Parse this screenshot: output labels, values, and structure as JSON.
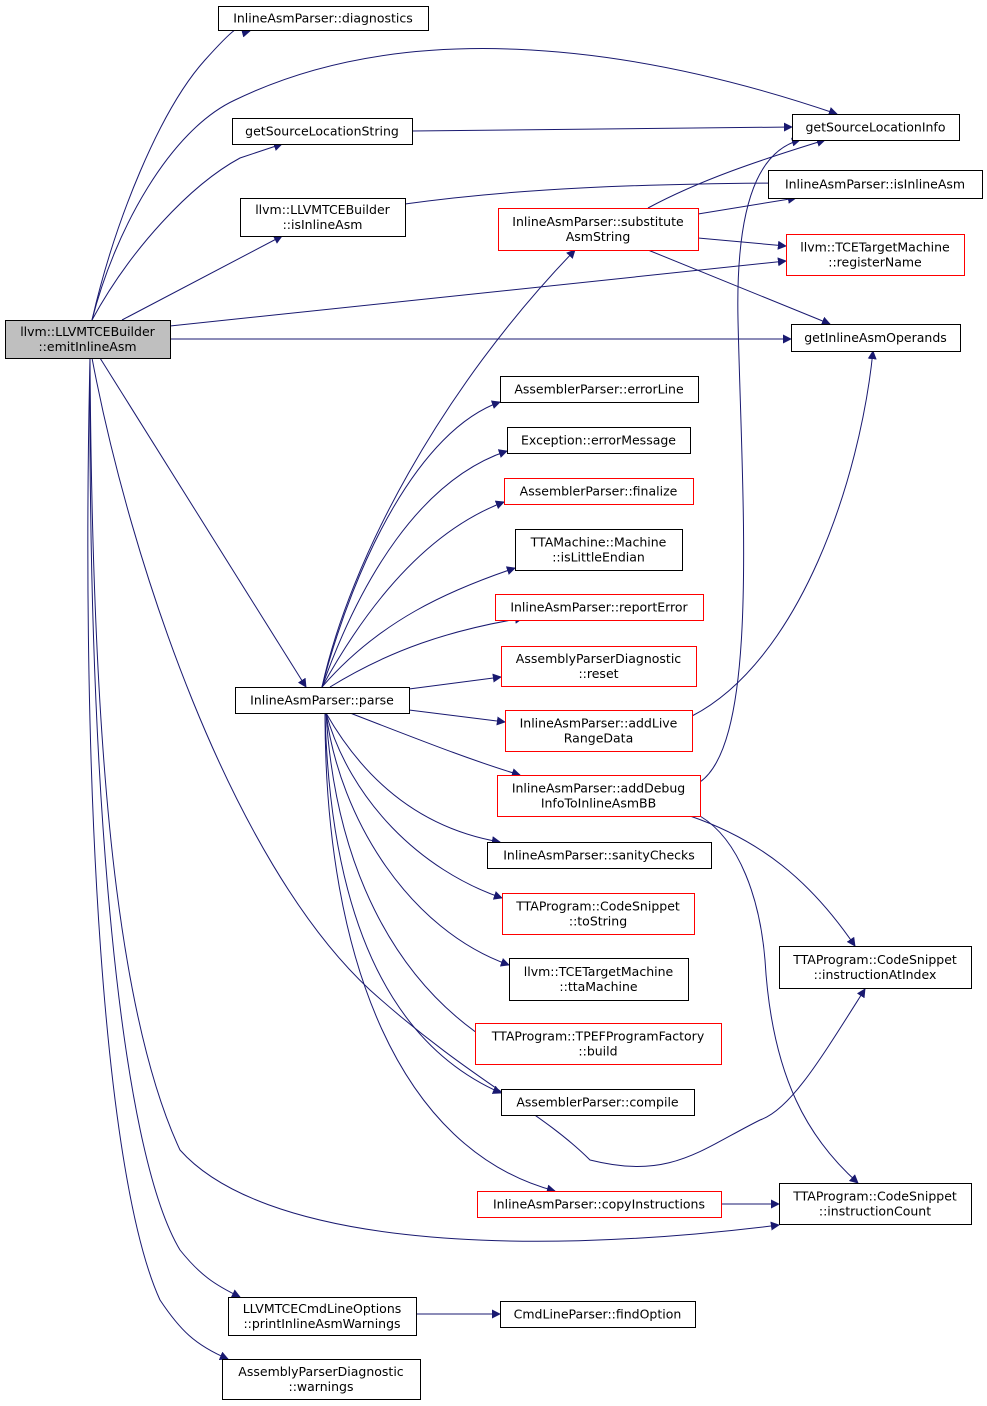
{
  "diagram": {
    "title": "",
    "colors": {
      "edge": "#191970",
      "normal_border": "#000000",
      "red_border": "#ff0000",
      "root_fill": "#bfbfbf"
    },
    "nodes": [
      {
        "id": "root",
        "lines": [
          "llvm::LLVMTCEBuilder",
          "::emitInlineAsm"
        ],
        "style": "root"
      },
      {
        "id": "diagnostics",
        "lines": [
          "InlineAsmParser::diagnostics"
        ],
        "style": "normal"
      },
      {
        "id": "getSourceLocationString",
        "lines": [
          "getSourceLocationString"
        ],
        "style": "normal"
      },
      {
        "id": "builderIsInlineAsm",
        "lines": [
          "llvm::LLVMTCEBuilder",
          "::isInlineAsm"
        ],
        "style": "normal"
      },
      {
        "id": "parse",
        "lines": [
          "InlineAsmParser::parse"
        ],
        "style": "normal"
      },
      {
        "id": "printWarnings",
        "lines": [
          "LLVMTCECmdLineOptions",
          "::printInlineAsmWarnings"
        ],
        "style": "normal"
      },
      {
        "id": "warnings",
        "lines": [
          "AssemblyParserDiagnostic",
          "::warnings"
        ],
        "style": "normal"
      },
      {
        "id": "substitute",
        "lines": [
          "InlineAsmParser::substitute",
          "AsmString"
        ],
        "style": "red"
      },
      {
        "id": "errorLine",
        "lines": [
          "AssemblerParser::errorLine"
        ],
        "style": "normal"
      },
      {
        "id": "errorMessage",
        "lines": [
          "Exception::errorMessage"
        ],
        "style": "normal"
      },
      {
        "id": "finalize",
        "lines": [
          "AssemblerParser::finalize"
        ],
        "style": "red"
      },
      {
        "id": "isLittleEndian",
        "lines": [
          "TTAMachine::Machine",
          "::isLittleEndian"
        ],
        "style": "normal"
      },
      {
        "id": "reportError",
        "lines": [
          "InlineAsmParser::reportError"
        ],
        "style": "red"
      },
      {
        "id": "reset",
        "lines": [
          "AssemblyParserDiagnostic",
          "::reset"
        ],
        "style": "red"
      },
      {
        "id": "addLiveRange",
        "lines": [
          "InlineAsmParser::addLive",
          "RangeData"
        ],
        "style": "red"
      },
      {
        "id": "addDebugInfo",
        "lines": [
          "InlineAsmParser::addDebug",
          "InfoToInlineAsmBB"
        ],
        "style": "red"
      },
      {
        "id": "sanityChecks",
        "lines": [
          "InlineAsmParser::sanityChecks"
        ],
        "style": "normal"
      },
      {
        "id": "toString",
        "lines": [
          "TTAProgram::CodeSnippet",
          "::toString"
        ],
        "style": "red"
      },
      {
        "id": "ttaMachine",
        "lines": [
          "llvm::TCETargetMachine",
          "::ttaMachine"
        ],
        "style": "normal"
      },
      {
        "id": "build",
        "lines": [
          "TTAProgram::TPEFProgramFactory",
          "::build"
        ],
        "style": "red"
      },
      {
        "id": "compile",
        "lines": [
          "AssemblerParser::compile"
        ],
        "style": "normal"
      },
      {
        "id": "copyInstructions",
        "lines": [
          "InlineAsmParser::copyInstructions"
        ],
        "style": "red"
      },
      {
        "id": "findOption",
        "lines": [
          "CmdLineParser::findOption"
        ],
        "style": "normal"
      },
      {
        "id": "getSourceLocationInfo",
        "lines": [
          "getSourceLocationInfo"
        ],
        "style": "normal"
      },
      {
        "id": "parserIsInlineAsm",
        "lines": [
          "InlineAsmParser::isInlineAsm"
        ],
        "style": "normal"
      },
      {
        "id": "registerName",
        "lines": [
          "llvm::TCETargetMachine",
          "::registerName"
        ],
        "style": "red"
      },
      {
        "id": "getInlineAsmOperands",
        "lines": [
          "getInlineAsmOperands"
        ],
        "style": "normal"
      },
      {
        "id": "instructionAtIndex",
        "lines": [
          "TTAProgram::CodeSnippet",
          "::instructionAtIndex"
        ],
        "style": "normal"
      },
      {
        "id": "instructionCount",
        "lines": [
          "TTAProgram::CodeSnippet",
          "::instructionCount"
        ],
        "style": "normal"
      }
    ],
    "edges": [
      [
        "root",
        "diagnostics"
      ],
      [
        "root",
        "getSourceLocationInfo"
      ],
      [
        "root",
        "getSourceLocationString"
      ],
      [
        "root",
        "builderIsInlineAsm"
      ],
      [
        "root",
        "registerName"
      ],
      [
        "root",
        "getInlineAsmOperands"
      ],
      [
        "root",
        "parse"
      ],
      [
        "root",
        "instructionAtIndex"
      ],
      [
        "root",
        "instructionCount"
      ],
      [
        "root",
        "printWarnings"
      ],
      [
        "root",
        "warnings"
      ],
      [
        "getSourceLocationString",
        "getSourceLocationInfo"
      ],
      [
        "builderIsInlineAsm",
        "parserIsInlineAsm"
      ],
      [
        "substitute",
        "getSourceLocationInfo"
      ],
      [
        "substitute",
        "parserIsInlineAsm"
      ],
      [
        "substitute",
        "registerName"
      ],
      [
        "substitute",
        "getInlineAsmOperands"
      ],
      [
        "parse",
        "substitute"
      ],
      [
        "parse",
        "errorLine"
      ],
      [
        "parse",
        "errorMessage"
      ],
      [
        "parse",
        "finalize"
      ],
      [
        "parse",
        "isLittleEndian"
      ],
      [
        "parse",
        "reportError"
      ],
      [
        "parse",
        "reset"
      ],
      [
        "parse",
        "addLiveRange"
      ],
      [
        "parse",
        "addDebugInfo"
      ],
      [
        "parse",
        "sanityChecks"
      ],
      [
        "parse",
        "toString"
      ],
      [
        "parse",
        "ttaMachine"
      ],
      [
        "parse",
        "build"
      ],
      [
        "parse",
        "compile"
      ],
      [
        "parse",
        "copyInstructions"
      ],
      [
        "addLiveRange",
        "getInlineAsmOperands"
      ],
      [
        "addDebugInfo",
        "getSourceLocationInfo"
      ],
      [
        "addDebugInfo",
        "instructionAtIndex"
      ],
      [
        "addDebugInfo",
        "instructionCount"
      ],
      [
        "copyInstructions",
        "instructionCount"
      ],
      [
        "printWarnings",
        "findOption"
      ]
    ]
  }
}
